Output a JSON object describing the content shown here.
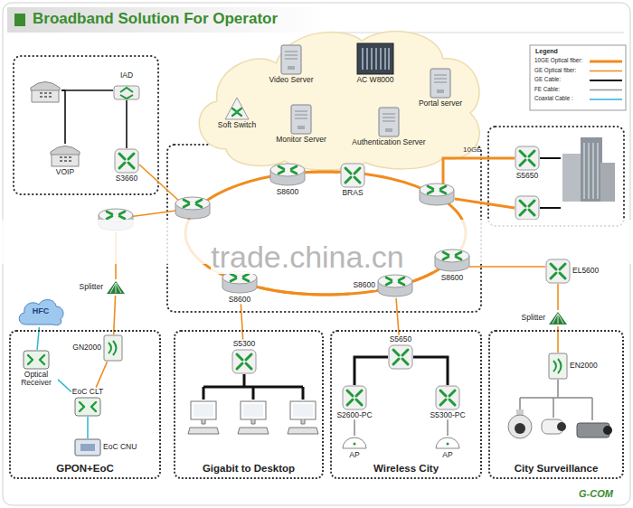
{
  "diagram": {
    "title": "Broadband Solution For Operator",
    "nodes": [
      {
        "text": [
          "Video Server"
        ]
      },
      {
        "text": [
          "AC W8000"
        ]
      },
      {
        "text": [
          "Portal server"
        ]
      },
      {
        "text": [
          "Soft Switch"
        ]
      },
      {
        "text": [
          "Monitor Server"
        ]
      },
      {
        "text": [
          "Authentication Server"
        ]
      },
      {
        "text": [
          "IAD"
        ]
      },
      {
        "text": [
          "VOIP"
        ]
      },
      {
        "text": [
          "S3660"
        ]
      },
      {
        "text": [
          "S8600"
        ]
      },
      {
        "text": [
          "BRAS"
        ]
      },
      {
        "text": [
          "S5650"
        ]
      },
      {
        "text": [
          "Splitter"
        ]
      },
      {
        "text": [
          "EL5600"
        ]
      },
      {
        "text": [
          "S8600"
        ]
      },
      {
        "text": [
          "S8600"
        ]
      },
      {
        "text": [
          "S8600"
        ]
      },
      {
        "text": [
          "Splitter"
        ]
      },
      {
        "text": [
          "HFC"
        ]
      },
      {
        "text": [
          "GPON+EoC"
        ]
      },
      {
        "text": [
          "GN2000"
        ],
        "in": 19
      },
      {
        "text": [
          "Optical Receiver"
        ],
        "in": 19
      },
      {
        "text": [
          "EoC CLT"
        ],
        "in": 19
      },
      {
        "text": [
          "EoC CNU"
        ],
        "in": 19
      },
      {
        "text": [
          "Gigabit to Desktop"
        ]
      },
      {
        "text": [
          "S5300"
        ],
        "in": 24
      },
      {
        "text": [
          "Wireless City"
        ]
      },
      {
        "text": [
          "S5650"
        ],
        "in": 26
      },
      {
        "text": [
          "S2600-PC"
        ],
        "in": 26
      },
      {
        "text": [
          "S5300-PC"
        ],
        "in": 26
      },
      {
        "text": [
          "AP"
        ],
        "in": 26
      },
      {
        "text": [
          "AP"
        ],
        "in": 26
      },
      {
        "text": [
          "City Surveillance"
        ]
      },
      {
        "text": [
          "EN2000"
        ],
        "in": 32
      }
    ],
    "edges": [
      {
        "from": 6,
        "to": 7,
        "arrow": "none"
      },
      {
        "from": 6,
        "to": 8,
        "arrow": "none"
      },
      {
        "from": 9,
        "to": 10,
        "arrow": "none"
      },
      {
        "from": 14,
        "to": 15,
        "arrow": "none"
      },
      {
        "from": 15,
        "to": 16,
        "arrow": "none"
      },
      {
        "from": 14,
        "to": 25,
        "arrow": "none"
      },
      {
        "from": 15,
        "to": 27,
        "arrow": "none"
      },
      {
        "from": 27,
        "to": 28,
        "arrow": "none"
      },
      {
        "from": 27,
        "to": 29,
        "arrow": "none"
      },
      {
        "from": 28,
        "to": 30,
        "arrow": "none"
      },
      {
        "from": 29,
        "to": 31,
        "arrow": "none"
      },
      {
        "from": 13,
        "to": 17,
        "arrow": "none"
      },
      {
        "from": 17,
        "to": 33,
        "arrow": "none"
      },
      {
        "from": 12,
        "to": 20,
        "arrow": "none"
      },
      {
        "from": 20,
        "to": 22,
        "arrow": "none"
      },
      {
        "from": 18,
        "to": 21,
        "arrow": "none"
      },
      {
        "from": 21,
        "to": 22,
        "arrow": "none"
      },
      {
        "from": 22,
        "to": 23,
        "arrow": "none"
      }
    ],
    "labels": [
      "10GE",
      "trade.china.cn",
      "Legend",
      "G-COM"
    ],
    "legend": [
      {
        "text": "10GE Optical fiber:"
      },
      {
        "text": "GE Optical fiber:"
      },
      {
        "text": "GE Cable:"
      },
      {
        "text": "FE Cable:"
      },
      {
        "text": "Coaxial Cable :"
      }
    ]
  }
}
